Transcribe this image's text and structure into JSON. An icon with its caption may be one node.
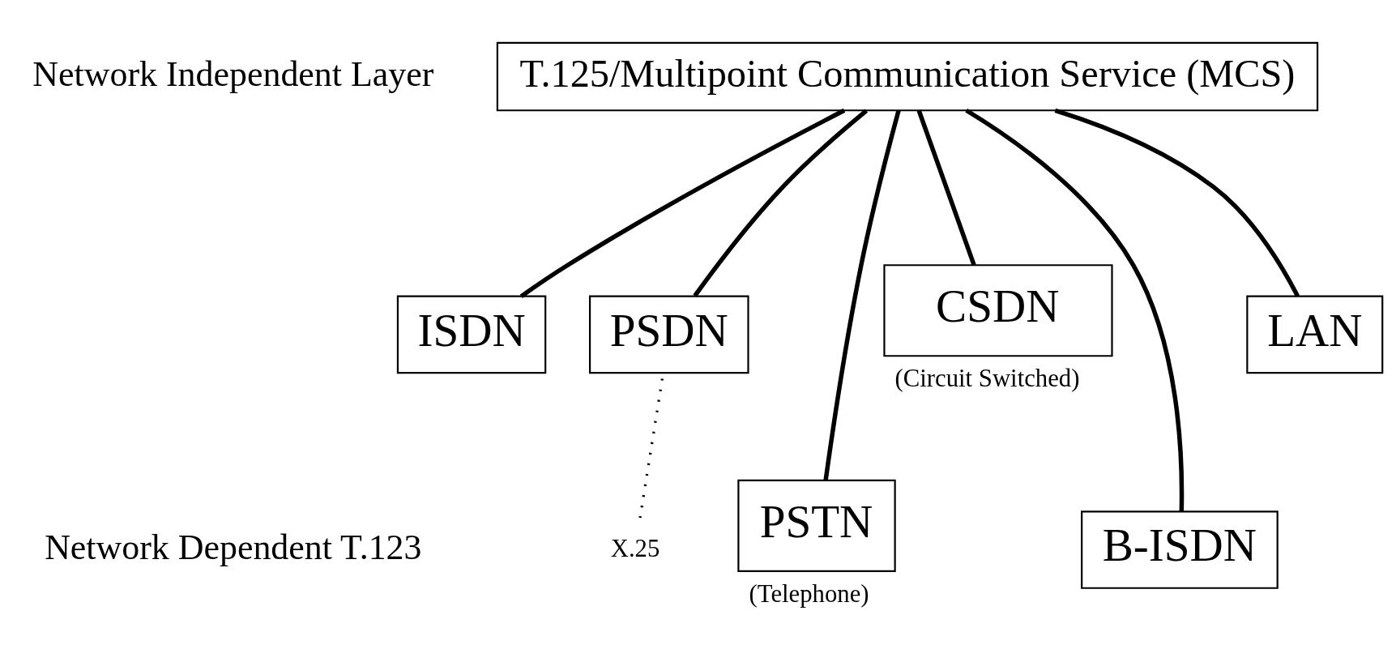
{
  "diagram": {
    "nodes": [
      {
        "text": [
          "T.125/Multipoint Communication Service (MCS)"
        ]
      },
      {
        "text": [
          "ISDN"
        ]
      },
      {
        "text": [
          "PSDN"
        ]
      },
      {
        "text": [
          "CSDN"
        ],
        "beside": [
          "(Circuit Switched)"
        ]
      },
      {
        "text": [
          "LAN"
        ]
      },
      {
        "text": [
          "PSTN"
        ],
        "beside": [
          "(Telephone)"
        ]
      },
      {
        "text": [
          "B-ISDN"
        ]
      },
      {
        "text": [
          "X.25"
        ]
      }
    ],
    "edges": [
      {
        "from": 0,
        "to": 1,
        "arrow": "none"
      },
      {
        "from": 0,
        "to": 2,
        "arrow": "none"
      },
      {
        "from": 0,
        "to": 5,
        "arrow": "none"
      },
      {
        "from": 0,
        "to": 3,
        "arrow": "none"
      },
      {
        "from": 0,
        "to": 6,
        "arrow": "none"
      },
      {
        "from": 0,
        "to": 4,
        "arrow": "none"
      },
      {
        "from": 7,
        "to": 2,
        "arrow": "none",
        "style": "dashed"
      }
    ],
    "labels": [
      "Network Independent Layer",
      "Network Dependent T.123"
    ]
  }
}
